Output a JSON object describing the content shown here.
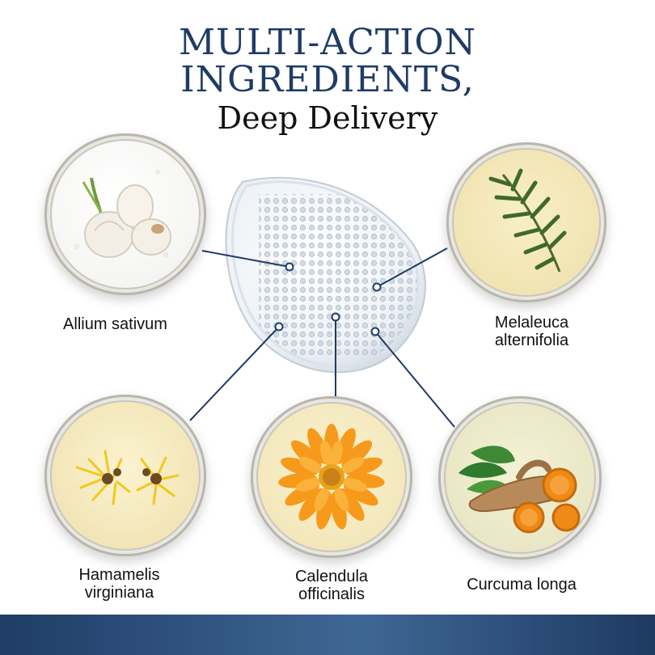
{
  "header": {
    "title_line1": "MULTI-ACTION",
    "title_line2": "INGREDIENTS,",
    "subtitle": "Deep Delivery"
  },
  "ingredients": [
    {
      "label_line1": "Allium sativum",
      "label_line2": ""
    },
    {
      "label_line1": "Melaleuca",
      "label_line2": "alternifolia"
    },
    {
      "label_line1": "Hamamelis",
      "label_line2": "virginiana"
    },
    {
      "label_line1": "Calendula",
      "label_line2": "officinalis"
    },
    {
      "label_line1": "Curcuma longa",
      "label_line2": ""
    }
  ],
  "colors": {
    "title": "#1f3b66",
    "connector": "#1f3b66",
    "footer_band": "#2b4f7d"
  },
  "icons": [
    "garlic-icon",
    "rosemary-sprig-icon",
    "witch-hazel-flower-icon",
    "calendula-flower-icon",
    "turmeric-root-icon",
    "microneedle-patch-icon"
  ]
}
